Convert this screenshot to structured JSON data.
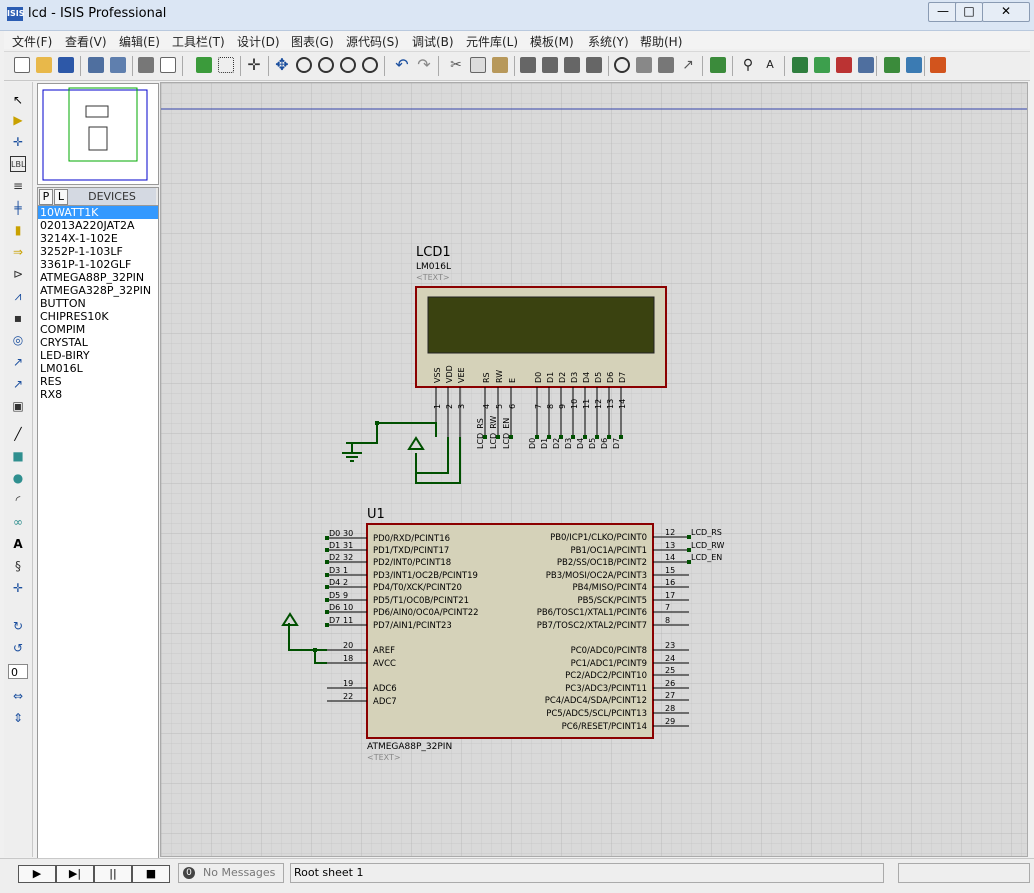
{
  "window": {
    "icon_text": "ISIS",
    "title": "lcd - ISIS Professional",
    "minimize": "—",
    "maximize": "□",
    "close": "✕"
  },
  "menu": [
    "文件(F)",
    "查看(V)",
    "编辑(E)",
    "工具栏(T)",
    "设计(D)",
    "图表(G)",
    "源代码(S)",
    "调试(B)",
    "元件库(L)",
    "模板(M)",
    "系统(Y)",
    "帮助(H)"
  ],
  "left_tools": {
    "label_tool": "LBL",
    "zoom_value": "0"
  },
  "devices": {
    "tab_p": "P",
    "tab_l": "L",
    "title": "DEVICES",
    "selected_index": 0,
    "items": [
      "10WATT1K",
      "02013A220JAT2A",
      "3214X-1-102E",
      "3252P-1-103LF",
      "3361P-1-102GLF",
      "ATMEGA88P_32PIN",
      "ATMEGA328P_32PIN",
      "BUTTON",
      "CHIPRES10K",
      "COMPIM",
      "CRYSTAL",
      "LED-BIRY",
      "LM016L",
      "RES",
      "RX8"
    ]
  },
  "lcd": {
    "ref": "LCD1",
    "part": "LM016L",
    "text_placeholder": "<TEXT>",
    "pin_names": [
      "VSS",
      "VDD",
      "VEE",
      "RS",
      "RW",
      "E",
      "D0",
      "D1",
      "D2",
      "D3",
      "D4",
      "D5",
      "D6",
      "D7"
    ],
    "pin_numbers": [
      "1",
      "2",
      "3",
      "4",
      "5",
      "6",
      "7",
      "8",
      "9",
      "10",
      "11",
      "12",
      "13",
      "14"
    ],
    "net_labels": [
      "LCD_RS",
      "LCD_RW",
      "LCD_EN",
      "D0",
      "D1",
      "D2",
      "D3",
      "D4",
      "D5",
      "D6",
      "D7"
    ]
  },
  "mcu": {
    "ref": "U1",
    "part": "ATMEGA88P_32PIN",
    "text_placeholder": "<TEXT>",
    "left_pins": [
      {
        "num": "30",
        "name": "PD0/RXD/PCINT16",
        "net": "D0"
      },
      {
        "num": "31",
        "name": "PD1/TXD/PCINT17",
        "net": "D1"
      },
      {
        "num": "32",
        "name": "PD2/INT0/PCINT18",
        "net": "D2"
      },
      {
        "num": "1",
        "name": "PD3/INT1/OC2B/PCINT19",
        "net": "D3"
      },
      {
        "num": "2",
        "name": "PD4/T0/XCK/PCINT20",
        "net": "D4"
      },
      {
        "num": "9",
        "name": "PD5/T1/OC0B/PCINT21",
        "net": "D5"
      },
      {
        "num": "10",
        "name": "PD6/AIN0/OC0A/PCINT22",
        "net": "D6"
      },
      {
        "num": "11",
        "name": "PD7/AIN1/PCINT23",
        "net": "D7"
      },
      {
        "num": "20",
        "name": "AREF",
        "net": ""
      },
      {
        "num": "18",
        "name": "AVCC",
        "net": ""
      },
      {
        "num": "19",
        "name": "ADC6",
        "net": ""
      },
      {
        "num": "22",
        "name": "ADC7",
        "net": ""
      }
    ],
    "right_pins": [
      {
        "num": "12",
        "name": "PB0/ICP1/CLKO/PCINT0",
        "net": "LCD_RS"
      },
      {
        "num": "13",
        "name": "PB1/OC1A/PCINT1",
        "net": "LCD_RW"
      },
      {
        "num": "14",
        "name": "PB2/SS/OC1B/PCINT2",
        "net": "LCD_EN"
      },
      {
        "num": "15",
        "name": "PB3/MOSI/OC2A/PCINT3",
        "net": ""
      },
      {
        "num": "16",
        "name": "PB4/MISO/PCINT4",
        "net": ""
      },
      {
        "num": "17",
        "name": "PB5/SCK/PCINT5",
        "net": ""
      },
      {
        "num": "7",
        "name": "PB6/TOSC1/XTAL1/PCINT6",
        "net": ""
      },
      {
        "num": "8",
        "name": "PB7/TOSC2/XTAL2/PCINT7",
        "net": ""
      },
      {
        "num": "23",
        "name": "PC0/ADC0/PCINT8",
        "net": ""
      },
      {
        "num": "24",
        "name": "PC1/ADC1/PCINT9",
        "net": ""
      },
      {
        "num": "25",
        "name": "PC2/ADC2/PCINT10",
        "net": ""
      },
      {
        "num": "26",
        "name": "PC3/ADC3/PCINT11",
        "net": ""
      },
      {
        "num": "27",
        "name": "PC4/ADC4/SDA/PCINT12",
        "net": ""
      },
      {
        "num": "28",
        "name": "PC5/ADC5/SCL/PCINT13",
        "net": ""
      },
      {
        "num": "29",
        "name": "PC6/RESET/PCINT14",
        "net": ""
      }
    ]
  },
  "status": {
    "play": "▶",
    "step": "▶|",
    "pause": "||",
    "stop": "■",
    "msg_icon": "0",
    "messages": "No Messages",
    "sheet": "Root sheet 1"
  },
  "colors": {
    "wire": "#005000",
    "component_border": "#8b0000",
    "component_fill": "#d5d2b9",
    "lcd_screen": "#3a4210",
    "pin_text": "#000000",
    "grid": "#c4c4c4",
    "canvas_bg": "#d9d9d9",
    "selection": "#3399ff"
  }
}
